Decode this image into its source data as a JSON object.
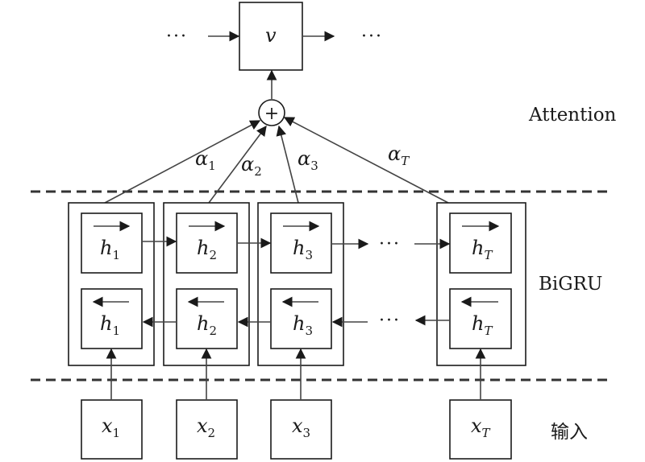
{
  "layers": {
    "attention_label": "Attention",
    "bigru_label": "BiGRU",
    "input_label": "输入"
  },
  "output": {
    "node_symbol": "v",
    "sum_symbol": "+",
    "ellipsis_left": "···",
    "ellipsis_right": "···"
  },
  "attention_weights": [
    {
      "symbol": "α",
      "sub": "1"
    },
    {
      "symbol": "α",
      "sub": "2"
    },
    {
      "symbol": "α",
      "sub": "3"
    },
    {
      "symbol": "α",
      "sub": "T"
    }
  ],
  "hidden_states": [
    {
      "symbol": "h",
      "sub": "1"
    },
    {
      "symbol": "h",
      "sub": "2"
    },
    {
      "symbol": "h",
      "sub": "3"
    },
    {
      "symbol": "h",
      "sub": "T"
    }
  ],
  "inputs": [
    {
      "symbol": "x",
      "sub": "1"
    },
    {
      "symbol": "x",
      "sub": "2"
    },
    {
      "symbol": "x",
      "sub": "3"
    },
    {
      "symbol": "x",
      "sub": "T"
    }
  ],
  "ellipsis_forward": "···",
  "ellipsis_backward": "···"
}
